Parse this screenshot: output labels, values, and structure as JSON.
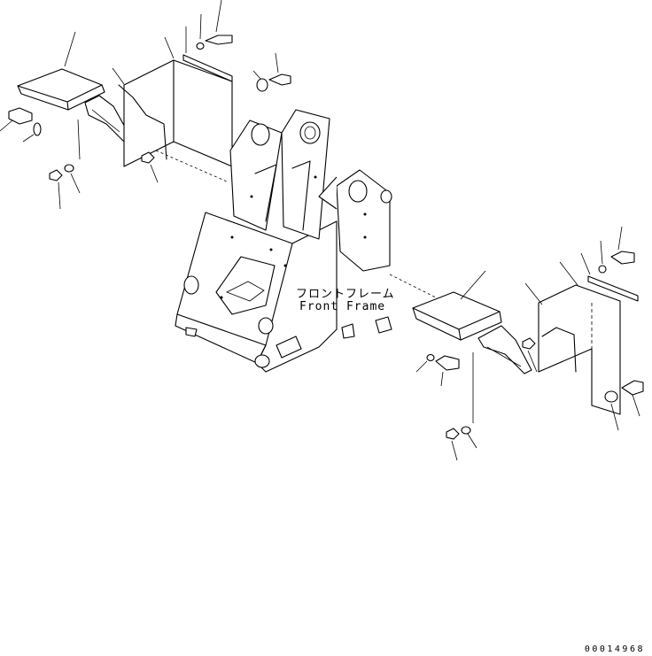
{
  "diagram": {
    "label_jp": "フロントフレーム",
    "label_en": "Front Frame",
    "drawing_number": "00014968"
  }
}
